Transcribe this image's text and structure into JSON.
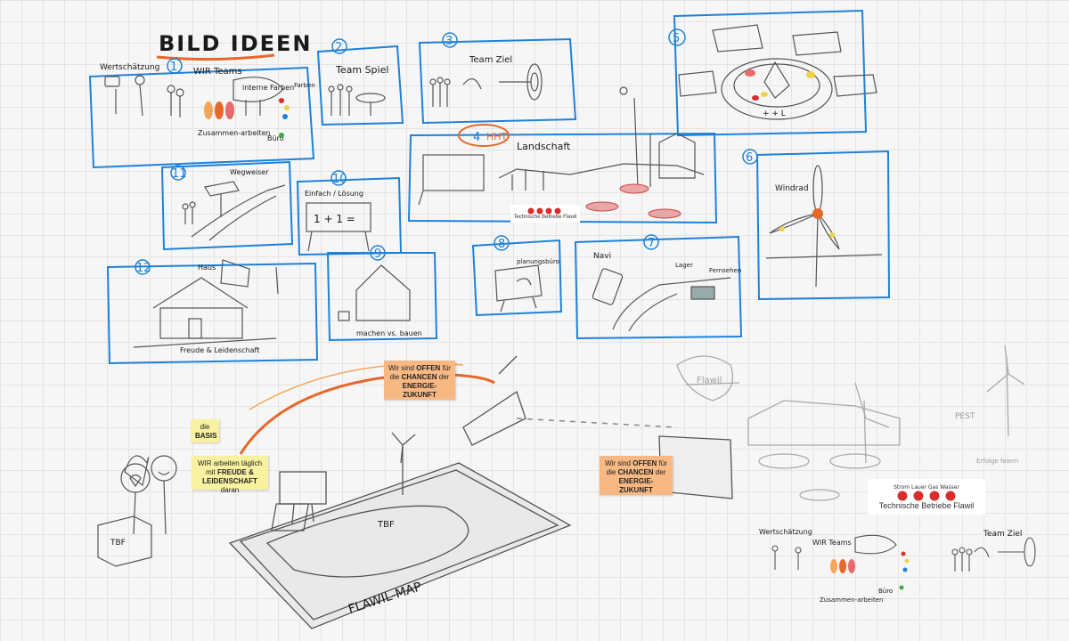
{
  "board": {
    "title": "BILD IDEEN",
    "colors": {
      "frame": "#1e82d8",
      "accent": "#e8672a",
      "sketch": "#555555",
      "red": "#d92c2c"
    }
  },
  "frames": [
    {
      "number": "1",
      "labels": [
        "Wertschätzung",
        "WIR Teams",
        "interne Farben",
        "Farben",
        "Zusammen-arbeiten",
        "Büro"
      ]
    },
    {
      "number": "2",
      "labels": [
        "Team Spiel"
      ]
    },
    {
      "number": "3",
      "labels": [
        "Team Ziel"
      ]
    },
    {
      "number": "4",
      "labels": [
        "Landschaft"
      ],
      "badge": "HHT"
    },
    {
      "number": "5",
      "labels": [
        "+ + L"
      ]
    },
    {
      "number": "6",
      "labels": [
        "Windrad"
      ]
    },
    {
      "number": "7",
      "labels": [
        "Navi",
        "Lager",
        "Fernsehen"
      ]
    },
    {
      "number": "8",
      "labels": [
        "planungsbüro"
      ]
    },
    {
      "number": "9",
      "labels": [
        "machen vs. bauen"
      ]
    },
    {
      "number": "10",
      "labels": [
        "Einfach / Lösung",
        "1 + 1 ="
      ]
    },
    {
      "number": "11",
      "labels": [
        "Wegweiser"
      ]
    },
    {
      "number": "12",
      "labels": [
        "Haus",
        "Freude & Leidenschaft"
      ]
    }
  ],
  "notes": {
    "basis": {
      "line1": "die",
      "bold": "BASIS"
    },
    "freude": {
      "pre": "WIR arbeiten täglich mit",
      "bold": "FREUDE & LEIDENSCHAFT",
      "post": "daran"
    },
    "offen_top": {
      "pre": "Wir sind",
      "bold1": "OFFEN",
      "mid1": "für die",
      "bold2": "CHANCEN",
      "mid2": "der",
      "bold3": "ENERGIE-ZUKUNFT"
    },
    "offen_mid": {
      "pre": "Wir sind",
      "bold1": "OFFEN",
      "mid1": "für die",
      "bold2": "CHANCEN",
      "mid2": "der",
      "bold3": "ENERGIE-ZUKUNFT"
    }
  },
  "logos": {
    "small": {
      "text": "Technische Betriebe Flawil"
    },
    "large": {
      "text": "Technische Betriebe Flawil",
      "handwritten": "Strom Lauer Gas Wasser"
    }
  },
  "sketch_labels": {
    "tbf_box": "TBF",
    "tbf_cube": "TBF",
    "map": "FLAWIL-MAP",
    "pest": "PEST",
    "erfolge": "Erfolge feiern",
    "flawil_bubble": "Flawil",
    "bottom_right_team": "Team Ziel",
    "bottom_left_label1": "Wertschätzung",
    "bottom_left_label2": "WIR Teams",
    "bottom_left_label3": "Zusammen-arbeiten",
    "bottom_left_label4": "Büro"
  }
}
